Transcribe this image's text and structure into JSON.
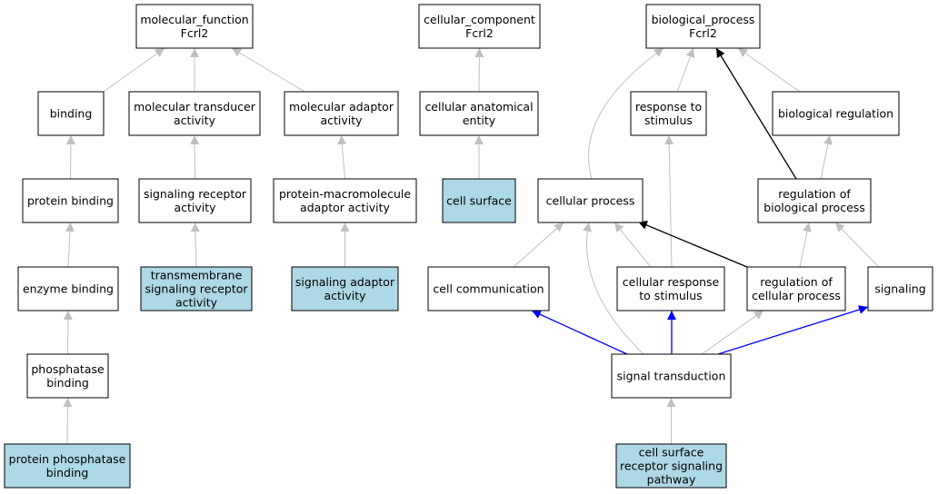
{
  "colors": {
    "background": "#ffffff",
    "node_fill": "#ffffff",
    "node_highlight_fill": "#add8e6",
    "node_stroke": "#000000",
    "edge_gray": "#c0c0c0",
    "edge_black": "#000000",
    "edge_blue": "#0000ff"
  },
  "nodes": [
    {
      "id": "mf",
      "lines": [
        "molecular_function",
        "Fcrl2"
      ],
      "highlight": false
    },
    {
      "id": "cc",
      "lines": [
        "cellular_component",
        "Fcrl2"
      ],
      "highlight": false
    },
    {
      "id": "bp",
      "lines": [
        "biological_process",
        "Fcrl2"
      ],
      "highlight": false
    },
    {
      "id": "binding",
      "lines": [
        "binding"
      ],
      "highlight": false
    },
    {
      "id": "mol_transducer",
      "lines": [
        "molecular transducer",
        "activity"
      ],
      "highlight": false
    },
    {
      "id": "mol_adaptor",
      "lines": [
        "molecular adaptor",
        "activity"
      ],
      "highlight": false
    },
    {
      "id": "cell_anat",
      "lines": [
        "cellular anatomical",
        "entity"
      ],
      "highlight": false
    },
    {
      "id": "resp_stim",
      "lines": [
        "response to",
        "stimulus"
      ],
      "highlight": false
    },
    {
      "id": "bio_reg",
      "lines": [
        "biological regulation"
      ],
      "highlight": false
    },
    {
      "id": "protein_binding",
      "lines": [
        "protein binding"
      ],
      "highlight": false
    },
    {
      "id": "sig_receptor",
      "lines": [
        "signaling receptor",
        "activity"
      ],
      "highlight": false
    },
    {
      "id": "prot_macro",
      "lines": [
        "protein-macromolecule",
        "adaptor activity"
      ],
      "highlight": false
    },
    {
      "id": "cell_surface",
      "lines": [
        "cell surface"
      ],
      "highlight": true
    },
    {
      "id": "cell_process",
      "lines": [
        "cellular process"
      ],
      "highlight": false
    },
    {
      "id": "reg_bio",
      "lines": [
        "regulation of",
        "biological process"
      ],
      "highlight": false
    },
    {
      "id": "enzyme_binding",
      "lines": [
        "enzyme binding"
      ],
      "highlight": false
    },
    {
      "id": "transmembrane",
      "lines": [
        "transmembrane",
        "signaling receptor",
        "activity"
      ],
      "highlight": true
    },
    {
      "id": "sig_adaptor",
      "lines": [
        "signaling adaptor",
        "activity"
      ],
      "highlight": true
    },
    {
      "id": "cell_comm",
      "lines": [
        "cell communication"
      ],
      "highlight": false
    },
    {
      "id": "cell_resp",
      "lines": [
        "cellular response",
        "to stimulus"
      ],
      "highlight": false
    },
    {
      "id": "reg_cell",
      "lines": [
        "regulation of",
        "cellular process"
      ],
      "highlight": false
    },
    {
      "id": "signaling",
      "lines": [
        "signaling"
      ],
      "highlight": false
    },
    {
      "id": "phosphatase",
      "lines": [
        "phosphatase",
        "binding"
      ],
      "highlight": false
    },
    {
      "id": "sig_trans",
      "lines": [
        "signal transduction"
      ],
      "highlight": false
    },
    {
      "id": "prot_phos",
      "lines": [
        "protein phosphatase",
        "binding"
      ],
      "highlight": true
    },
    {
      "id": "csr_pathway",
      "lines": [
        "cell surface",
        "receptor signaling",
        "pathway"
      ],
      "highlight": true
    }
  ],
  "edges": [
    {
      "from": "binding",
      "to": "mf",
      "type": "gray"
    },
    {
      "from": "mol_transducer",
      "to": "mf",
      "type": "gray"
    },
    {
      "from": "mol_adaptor",
      "to": "mf",
      "type": "gray"
    },
    {
      "from": "protein_binding",
      "to": "binding",
      "type": "gray"
    },
    {
      "from": "enzyme_binding",
      "to": "protein_binding",
      "type": "gray"
    },
    {
      "from": "phosphatase",
      "to": "enzyme_binding",
      "type": "gray"
    },
    {
      "from": "prot_phos",
      "to": "phosphatase",
      "type": "gray"
    },
    {
      "from": "sig_receptor",
      "to": "mol_transducer",
      "type": "gray"
    },
    {
      "from": "transmembrane",
      "to": "sig_receptor",
      "type": "gray"
    },
    {
      "from": "prot_macro",
      "to": "mol_adaptor",
      "type": "gray"
    },
    {
      "from": "sig_adaptor",
      "to": "prot_macro",
      "type": "gray"
    },
    {
      "from": "cell_anat",
      "to": "cc",
      "type": "gray"
    },
    {
      "from": "cell_surface",
      "to": "cell_anat",
      "type": "gray"
    },
    {
      "from": "cell_process",
      "to": "bp",
      "type": "gray"
    },
    {
      "from": "resp_stim",
      "to": "bp",
      "type": "gray"
    },
    {
      "from": "reg_bio",
      "to": "bp",
      "type": "black"
    },
    {
      "from": "bio_reg",
      "to": "bp",
      "type": "gray"
    },
    {
      "from": "reg_bio",
      "to": "bio_reg",
      "type": "gray"
    },
    {
      "from": "cell_resp",
      "to": "resp_stim",
      "type": "gray"
    },
    {
      "from": "cell_comm",
      "to": "cell_process",
      "type": "gray"
    },
    {
      "from": "cell_resp",
      "to": "cell_process",
      "type": "gray"
    },
    {
      "from": "reg_cell",
      "to": "cell_process",
      "type": "black"
    },
    {
      "from": "sig_trans",
      "to": "cell_process",
      "type": "gray"
    },
    {
      "from": "reg_cell",
      "to": "reg_bio",
      "type": "gray"
    },
    {
      "from": "signaling",
      "to": "reg_bio",
      "type": "gray"
    },
    {
      "from": "sig_trans",
      "to": "cell_comm",
      "type": "blue"
    },
    {
      "from": "sig_trans",
      "to": "cell_resp",
      "type": "blue"
    },
    {
      "from": "sig_trans",
      "to": "reg_cell",
      "type": "gray"
    },
    {
      "from": "sig_trans",
      "to": "signaling",
      "type": "blue"
    },
    {
      "from": "csr_pathway",
      "to": "sig_trans",
      "type": "gray"
    }
  ]
}
